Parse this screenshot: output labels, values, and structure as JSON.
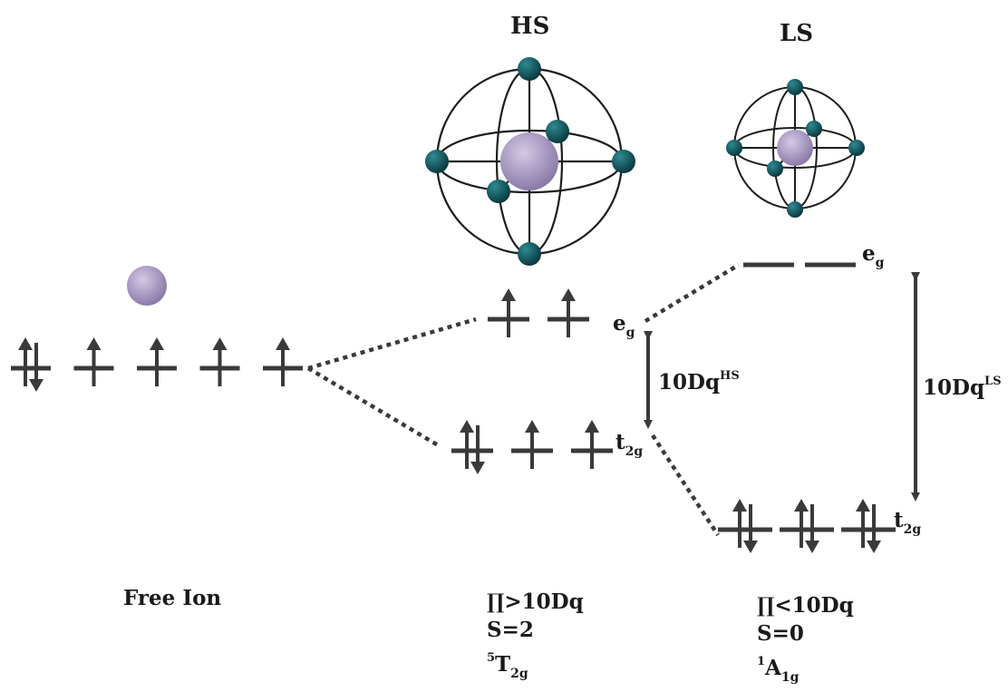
{
  "titles": {
    "hs": "HS",
    "ls": "LS"
  },
  "levels": {
    "hs_eg": {
      "main": "e",
      "sub": "g"
    },
    "hs_t2g": {
      "main": "t",
      "sub": "2g"
    },
    "ls_eg": {
      "main": "e",
      "sub": "g"
    },
    "ls_t2g": {
      "main": "t",
      "sub": "2g"
    }
  },
  "splitting": {
    "hs": {
      "main": "10Dq",
      "sup": "HS"
    },
    "ls": {
      "main": "10Dq",
      "sup": "LS"
    }
  },
  "captions": {
    "free_ion": "Free Ion",
    "hs": {
      "condition": "∏>10Dq",
      "spin": "S=2",
      "term_sup": "5",
      "term_main": "T",
      "term_sub": "2g"
    },
    "ls": {
      "condition": "∏<10Dq",
      "spin": "S=0",
      "term_sup": "1",
      "term_main": "A",
      "term_sub": "1g"
    }
  },
  "occupancy": {
    "free_ion": [
      "paired",
      "up",
      "up",
      "up",
      "up"
    ],
    "hs_t2g": [
      "paired",
      "up",
      "up"
    ],
    "hs_eg": [
      "up",
      "up"
    ],
    "ls_t2g": [
      "paired",
      "paired",
      "paired"
    ],
    "ls_eg": [
      "empty",
      "empty"
    ]
  },
  "colors": {
    "ink": "#3a3a3a",
    "metal_ion": "#a99ac4",
    "ligand": "#0f4e55"
  }
}
